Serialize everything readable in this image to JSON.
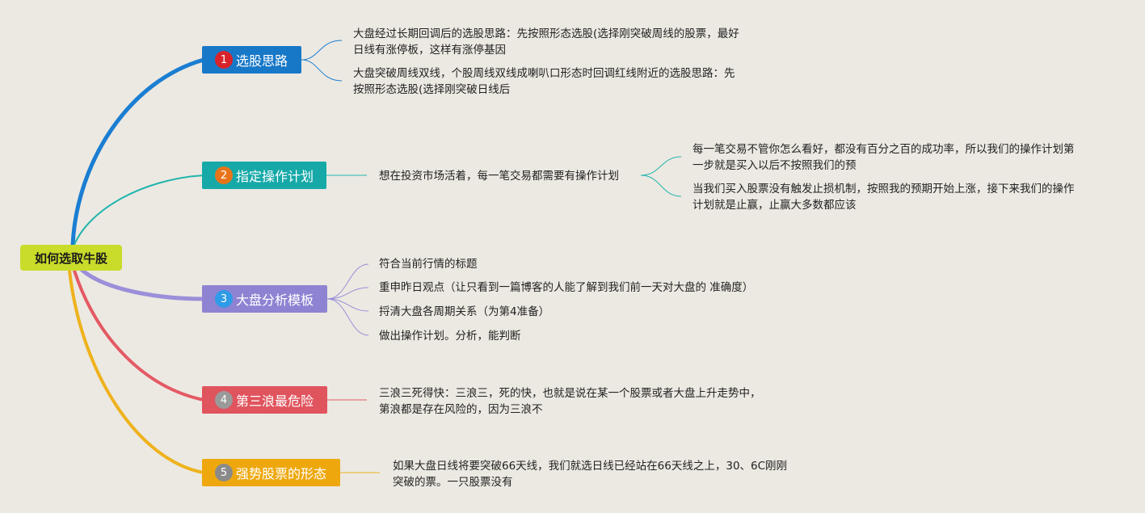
{
  "root": {
    "label": "如何选取牛股"
  },
  "colors": {
    "root": "#c9dc2a",
    "branch1": "#1878c8",
    "branch1_line": "#1a7ed2",
    "branch2": "#16a9a8",
    "branch2_line": "#20b5ae",
    "branch3": "#8e83d2",
    "branch3_line": "#9b8fd9",
    "branch4": "#e0545e",
    "branch4_line": "#e45a64",
    "branch5": "#eea80e",
    "branch5_line": "#eeb21c"
  },
  "branches": [
    {
      "num": "1",
      "badge_icon": "circle-number-1",
      "label": "选股思路",
      "leaves": [
        [
          "大盘经过长期回调后的选股思路：先按照形态选股(选择刚突破周线的股票，最好",
          "日线有涨停板，这样有涨停基因"
        ],
        [
          "大盘突破周线双线，个股周线双线成喇叭口形态时回调红线附近的选股思路：先",
          "按照形态选股(选择刚突破日线后"
        ]
      ]
    },
    {
      "num": "2",
      "badge_icon": "circle-number-2",
      "label": "指定操作计划",
      "leaves": [
        [
          "想在投资市场活着，每一笔交易都需要有操作计划"
        ]
      ],
      "subleaves": [
        [
          "每一笔交易不管你怎么看好，都没有百分之百的成功率，所以我们的操作计划第",
          "一步就是买入以后不按照我们的预"
        ],
        [
          "当我们买入股票没有触发止损机制，按照我的预期开始上涨，接下来我们的操作",
          "计划就是止赢，止赢大多数都应该"
        ]
      ]
    },
    {
      "num": "3",
      "badge_icon": "circle-number-3",
      "label": "大盘分析模板",
      "leaves": [
        [
          "符合当前行情的标题"
        ],
        [
          "重申昨日观点（让只看到一篇博客的人能了解到我们前一天对大盘的 准确度）"
        ],
        [
          "捋清大盘各周期关系（为第4准备）"
        ],
        [
          "做出操作计划。分析，能判断"
        ]
      ]
    },
    {
      "num": "4",
      "badge_icon": "circle-number-4",
      "label": "第三浪最危险",
      "leaves": [
        [
          "三浪三死得快：三浪三，死的快，也就是说在某一个股票或者大盘上升走势中，",
          "第浪都是存在风险的，因为三浪不"
        ]
      ]
    },
    {
      "num": "5",
      "badge_icon": "circle-number-5",
      "label": "强势股票的形态",
      "leaves": [
        [
          "如果大盘日线将要突破66天线，我们就选日线已经站在66天线之上，30、6C刚刚",
          "突破的票。一只股票没有"
        ]
      ]
    }
  ]
}
